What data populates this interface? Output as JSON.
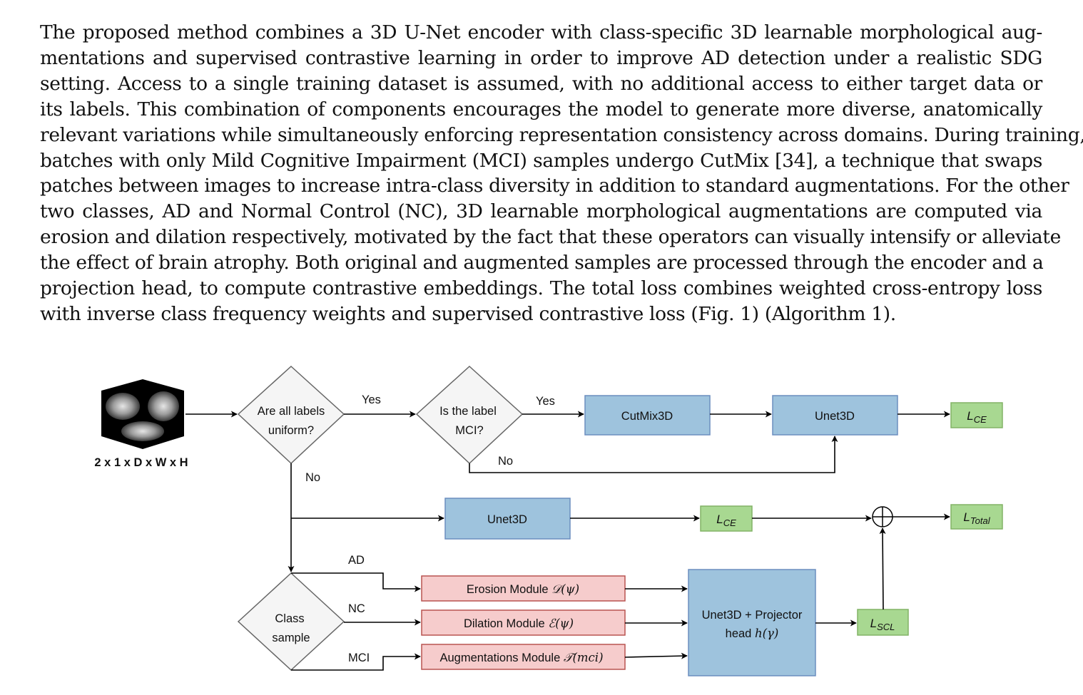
{
  "paragraph": {
    "lines": [
      "The proposed method combines a 3D U-Net encoder with class-specific 3D learnable morphological aug-",
      "mentations and supervised contrastive learning in order to improve AD detection under a realistic SDG",
      "setting. Access to a single training dataset is assumed, with no additional access to either target data or",
      "its labels. This combination of components encourages the model to generate more diverse, anatomically",
      "relevant variations while simultaneously enforcing representation consistency across domains. During training,",
      "batches with only Mild Cognitive Impairment (MCI) samples undergo CutMix [34], a technique that swaps",
      "patches between images to increase intra-class diversity in addition to standard augmentations. For the other",
      "two classes, AD and Normal Control (NC), 3D learnable morphological augmentations are computed via",
      "erosion and dilation respectively, motivated by the fact that these operators can visually intensify or alleviate",
      "the effect of brain atrophy. Both original and augmented samples are processed through the encoder and a",
      "projection head, to compute contrastive embeddings. The total loss combines weighted cross-entropy loss",
      "with inverse class frequency weights and supervised contrastive loss (Fig. 1) (Algorithm 1)."
    ]
  },
  "diagram": {
    "input_dims": "2 x 1 x D x W x H",
    "decision_uniform": [
      "Are all labels",
      "uniform?"
    ],
    "decision_mci": [
      "Is the label",
      "MCI?"
    ],
    "decision_class": [
      "Class",
      "sample"
    ],
    "edge_yes_1": "Yes",
    "edge_yes_2": "Yes",
    "edge_no_mci": "No",
    "edge_no_uniform": "No",
    "edge_ad": "AD",
    "edge_nc": "NC",
    "edge_mci": "MCI",
    "cutmix": "CutMix3D",
    "unet_top": "Unet3D",
    "unet_mid": "Unet3D",
    "erosion": {
      "text": "Erosion Module ",
      "math": "𝒟(ψ)"
    },
    "dilation": {
      "text": "Dilation Module ",
      "math": "ℰ(ψ)"
    },
    "augment": {
      "text": "Augmentations Module ",
      "math": "𝒯(mci)"
    },
    "unet_proj": {
      "line1": "Unet3D + Projector",
      "line2_text": "head ",
      "line2_math": "h(γ)"
    },
    "loss_ce_top": {
      "main": "L",
      "sub": "CE"
    },
    "loss_ce_mid": {
      "main": "L",
      "sub": "CE"
    },
    "loss_total": {
      "main": "L",
      "sub": "Total"
    },
    "loss_scl": {
      "main": "L",
      "sub": "SCL"
    },
    "colors": {
      "blue_fill": "#9ec3dd",
      "blue_stroke": "#6c8ebf",
      "red_fill": "#f6cccc",
      "red_stroke": "#b85450",
      "green_fill": "#a8d891",
      "green_stroke": "#82b366",
      "decision_fill": "#f5f5f5",
      "decision_stroke": "#666666"
    }
  }
}
